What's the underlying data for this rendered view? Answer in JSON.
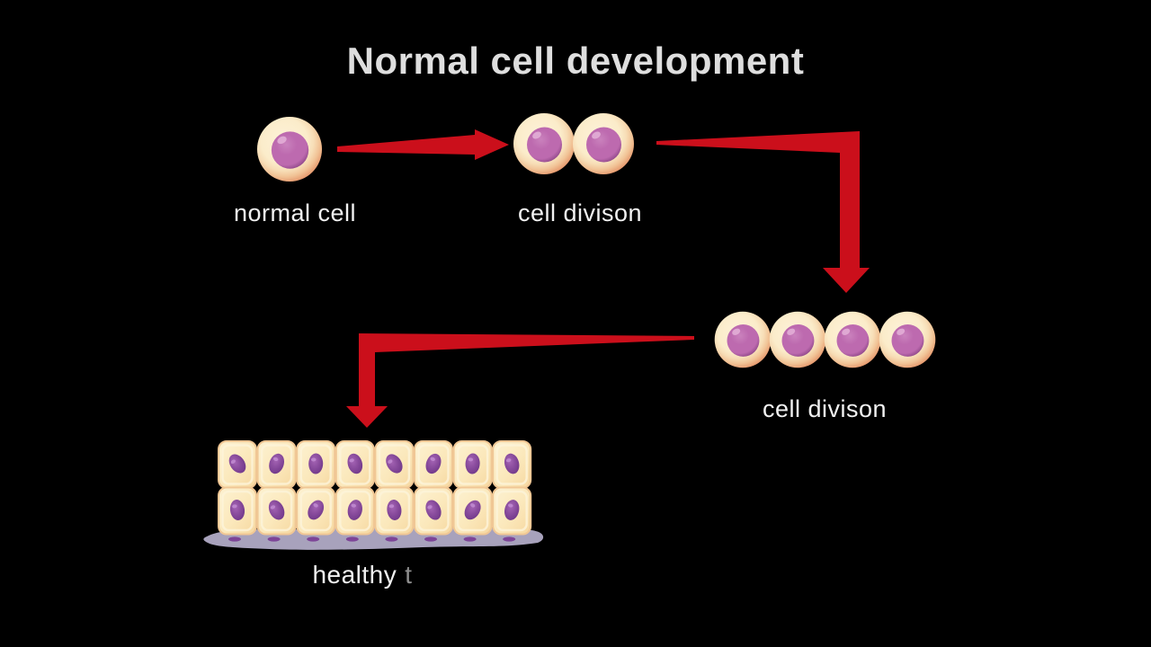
{
  "title": "Normal cell development",
  "labels": {
    "stage1": "normal cell",
    "stage2": "cell divison",
    "stage3": "cell divison",
    "stage4_complete": "healthy",
    "stage4_typing": "t"
  },
  "diagram": {
    "stage1_cells": 1,
    "stage2_cells": 2,
    "stage3_cells": 4,
    "tissue_rows": 2,
    "tissue_columns": 8,
    "membrane_dots": 8
  },
  "colors": {
    "background": "#000000",
    "title_text": "#dedede",
    "label_text": "#f1f1f1",
    "typing_text": "#8f8f8f",
    "arrow": "#cb0f1b",
    "cell_edge": "#e5966b",
    "cell_ring": "#f1c396",
    "cell_mid": "#f7ddb6",
    "cytoplasm": "#fbecca",
    "cytoplasm_light": "#fdf2d9",
    "nucleus_dark": "#8d4687",
    "nucleus": "#bd6aaf",
    "nucleus_light": "#ca82bd",
    "nucleus_gloss": "#e2aed6",
    "tissue_cell_light": "#fdf2d2",
    "tissue_cell": "#fbe8bb",
    "tissue_cell_dark": "#f6d79f",
    "tissue_cell_edge": "#f0c795",
    "tissue_cell_inner": "#fdf4da",
    "tissue_nucleus": "#8d4fa0",
    "tissue_nucleus_dark": "#71388a",
    "tissue_nucleus_light": "#a565b5",
    "tissue_nucleus_gloss": "#c08ad0",
    "membrane": "#a8a2bc",
    "membrane_dot": "#7d4597"
  }
}
